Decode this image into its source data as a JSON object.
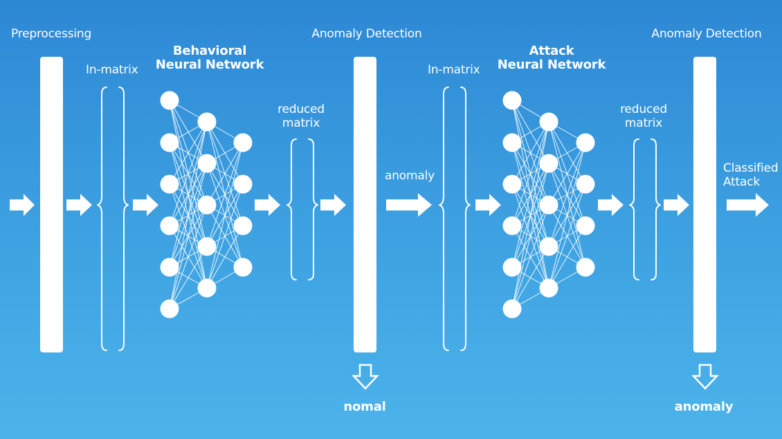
{
  "labels": {
    "preprocessing": "Preprocessing",
    "in_matrix_1": "In-matrix",
    "behavioral_nn_line1": "Behavioral",
    "behavioral_nn_line2": "Neural Network",
    "reduced_matrix_1_line1": "reduced",
    "reduced_matrix_1_line2": "matrix",
    "anomaly_detection_1": "Anomaly Detection",
    "anomaly_arrow_label": "anomaly",
    "normal_output": "nomal",
    "in_matrix_2": "In-matrix",
    "attack_nn_line1": "Attack",
    "attack_nn_line2": "Neural Network",
    "reduced_matrix_2_line1": "reduced",
    "reduced_matrix_2_line2": "matrix",
    "anomaly_detection_2": "Anomaly Detection",
    "classified_attack_line1": "Classified",
    "classified_attack_line2": "Attack",
    "anomaly_output": "anomaly"
  },
  "colors": {
    "background_top": "#2d88d4",
    "background_bottom": "#4cb3ea",
    "foreground": "#ffffff"
  },
  "networks": [
    {
      "name": "behavioral-neural-network",
      "layers": [
        6,
        5,
        4
      ]
    },
    {
      "name": "attack-neural-network",
      "layers": [
        6,
        5,
        4
      ]
    }
  ]
}
